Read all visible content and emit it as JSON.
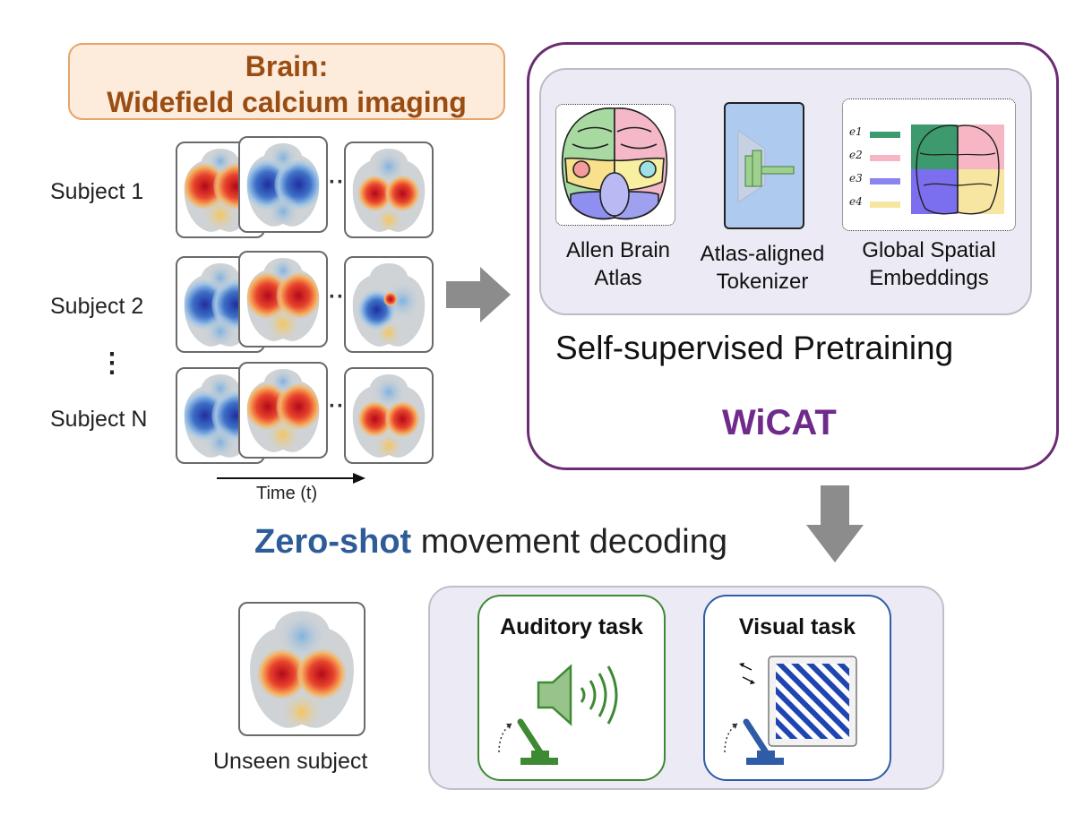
{
  "brain": {
    "title_line1": "Brain:",
    "title_line2": "Widefield calcium imaging"
  },
  "subjects": [
    {
      "label": "Subject 1",
      "frames": [
        "red-hot",
        "blue-cold",
        "red-mixed"
      ]
    },
    {
      "label": "Subject 2",
      "frames": [
        "blue-cold",
        "red-hot",
        "blue-mixed"
      ]
    },
    {
      "label": "Subject N",
      "frames": [
        "blue-cold",
        "red-hot",
        "red-mixed"
      ]
    }
  ],
  "ellipsis_h": "···",
  "ellipsis_v": "⋮",
  "time_axis_label": "Time (t)",
  "wicat": {
    "components": [
      {
        "line1": "Allen Brain",
        "line2": "Atlas"
      },
      {
        "line1": "Atlas-aligned",
        "line2": "Tokenizer"
      },
      {
        "line1": "Global Spatial",
        "line2": "Embeddings"
      }
    ],
    "embedding_labels": [
      "e1",
      "e2",
      "e3",
      "e4"
    ],
    "pretraining_title": "Self-supervised Pretraining",
    "name": "WiCAT"
  },
  "zero_shot": {
    "highlight": "Zero-shot",
    "rest": " movement decoding"
  },
  "unseen_subject_label": "Unseen subject",
  "tasks": {
    "auditory": "Auditory task",
    "visual": "Visual task"
  },
  "colors": {
    "wicat_purple": "#6f2a8c",
    "zero_shot_blue": "#2e5c98",
    "brain_title_brown": "#9a4d12",
    "auditory_green": "#3e8a34",
    "visual_blue": "#2f5ca6",
    "arrow_gray": "#8c8c8c"
  },
  "icons": [
    "right-arrow-icon",
    "down-arrow-icon",
    "speaker-icon",
    "joystick-icon",
    "grating-icon"
  ]
}
